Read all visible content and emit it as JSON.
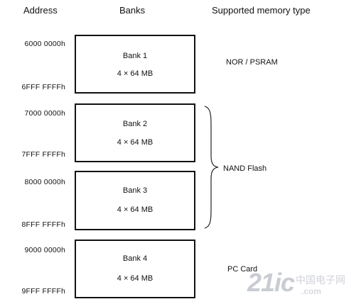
{
  "headers": {
    "address": "Address",
    "banks": "Banks",
    "memory": "Supported memory type"
  },
  "banks": [
    {
      "name": "Bank 1",
      "size": "4 × 64 MB",
      "start": "6000 0000h",
      "end": "6FFF FFFFh"
    },
    {
      "name": "Bank 2",
      "size": "4 × 64 MB",
      "start": "7000 0000h",
      "end": "7FFF FFFFh"
    },
    {
      "name": "Bank 3",
      "size": "4 × 64 MB",
      "start": "8000 0000h",
      "end": "8FFF FFFFh"
    },
    {
      "name": "Bank 4",
      "size": "4 × 64 MB",
      "start": "9000 0000h",
      "end": "9FFF FFFFh"
    }
  ],
  "memory_types": {
    "bank1": "NOR / PSRAM",
    "bank2_3": "NAND Flash",
    "bank4": "PC Card"
  },
  "watermark": {
    "logo": "21ic",
    "chinese": "中国电子网",
    "url": ".com"
  }
}
